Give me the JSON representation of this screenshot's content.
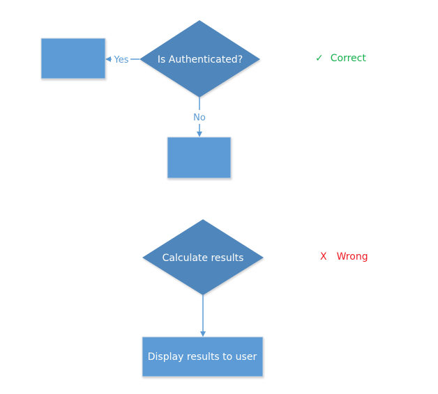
{
  "diagram": {
    "correct_example": {
      "decision": {
        "label": "Is Authenticated?"
      },
      "yes_branch": {
        "label": "Yes",
        "target_label": ""
      },
      "no_branch": {
        "label": "No",
        "target_label": ""
      },
      "verdict": {
        "icon": "checkmark-icon",
        "symbol": "✓",
        "text": "Correct",
        "color": "#16b04d"
      }
    },
    "wrong_example": {
      "decision": {
        "label": "Calculate results"
      },
      "process": {
        "label": "Display results to user"
      },
      "verdict": {
        "icon": "x-icon",
        "symbol": "X",
        "text": "Wrong",
        "color": "#ee1c25"
      }
    },
    "colors": {
      "decision_fill": "#4f86bb",
      "process_fill": "#5b9bd5",
      "connector": "#5b9bd5"
    }
  }
}
